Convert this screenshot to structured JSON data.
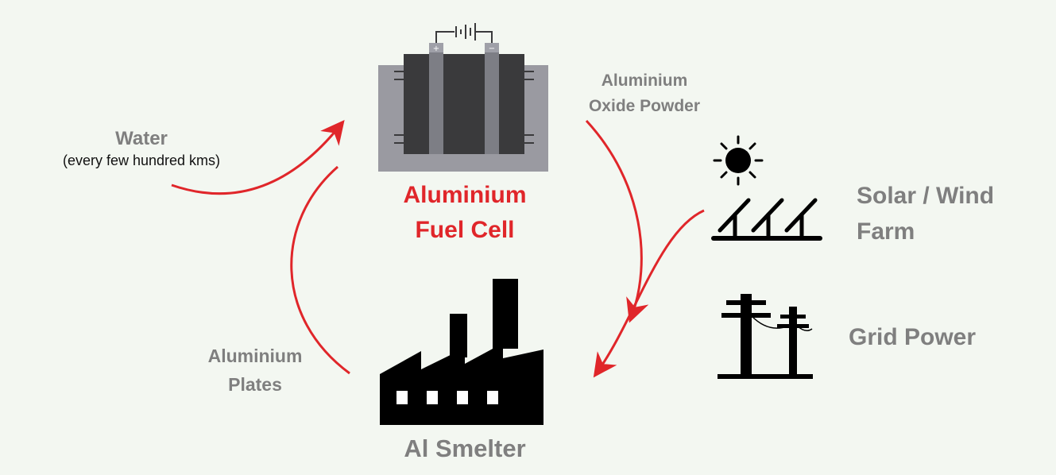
{
  "colors": {
    "background": "#f3f7f1",
    "arrow": "#e0262a",
    "label_gray": "#7f7f7f",
    "fuel_cell_label": "#e0262a",
    "icon_black": "#000000"
  },
  "icons": {
    "fuel_cell": "battery-tank-icon",
    "sun": "sun-icon",
    "solar_wind": "solar-panel-icon",
    "grid": "power-pole-icon",
    "smelter": "factory-icon"
  },
  "labels": {
    "water": "Water",
    "water_note": "(every few hundred kms)",
    "oxide_line1": "Aluminium",
    "oxide_line2": "Oxide Powder",
    "fuel_cell_line1": "Aluminium",
    "fuel_cell_line2": "Fuel Cell",
    "solar_line1": "Solar / Wind",
    "solar_line2": "Farm",
    "grid": "Grid Power",
    "plates_line1": "Aluminium",
    "plates_line2": "Plates",
    "smelter": "Al Smelter"
  }
}
